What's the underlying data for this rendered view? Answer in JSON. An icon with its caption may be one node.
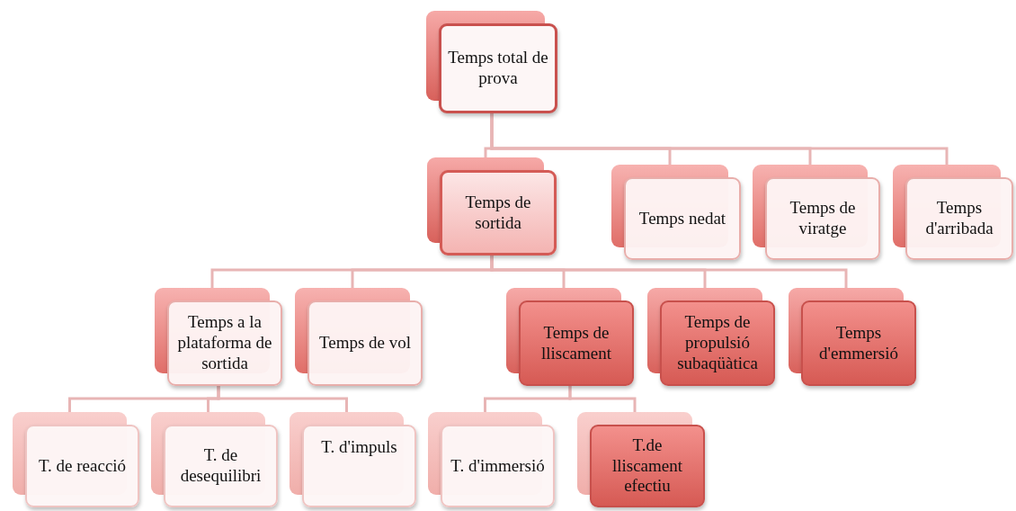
{
  "diagram": {
    "nodes": [
      {
        "text": [
          "Temps total de prova"
        ]
      },
      {
        "text": [
          "Temps de sortida"
        ]
      },
      {
        "text": [
          "Temps nedat"
        ]
      },
      {
        "text": [
          "Temps de viratge"
        ]
      },
      {
        "text": [
          "Temps d'arribada"
        ]
      },
      {
        "text": [
          "Temps a la plataforma de sortida"
        ]
      },
      {
        "text": [
          "Temps de vol"
        ]
      },
      {
        "text": [
          "Temps de lliscament"
        ]
      },
      {
        "text": [
          "Temps de propulsió subaqüàtica"
        ]
      },
      {
        "text": [
          "Temps d'emmersió"
        ]
      },
      {
        "text": [
          "T. de reacció"
        ]
      },
      {
        "text": [
          "T. de desequilibri"
        ]
      },
      {
        "text": [
          "T. d'impuls"
        ]
      },
      {
        "text": [
          "T. d'immersió"
        ]
      },
      {
        "text": [
          "T.de lliscament efectiu"
        ]
      }
    ],
    "edges": [
      {
        "from": 0,
        "to": 1,
        "arrow": "none"
      },
      {
        "from": 0,
        "to": 2,
        "arrow": "none"
      },
      {
        "from": 0,
        "to": 3,
        "arrow": "none"
      },
      {
        "from": 0,
        "to": 4,
        "arrow": "none"
      },
      {
        "from": 1,
        "to": 5,
        "arrow": "none"
      },
      {
        "from": 1,
        "to": 6,
        "arrow": "none"
      },
      {
        "from": 1,
        "to": 7,
        "arrow": "none"
      },
      {
        "from": 1,
        "to": 8,
        "arrow": "none"
      },
      {
        "from": 1,
        "to": 9,
        "arrow": "none"
      },
      {
        "from": 5,
        "to": 10,
        "arrow": "none"
      },
      {
        "from": 5,
        "to": 11,
        "arrow": "none"
      },
      {
        "from": 5,
        "to": 12,
        "arrow": "none"
      },
      {
        "from": 7,
        "to": 13,
        "arrow": "none"
      },
      {
        "from": 7,
        "to": 14,
        "arrow": "none"
      }
    ]
  }
}
